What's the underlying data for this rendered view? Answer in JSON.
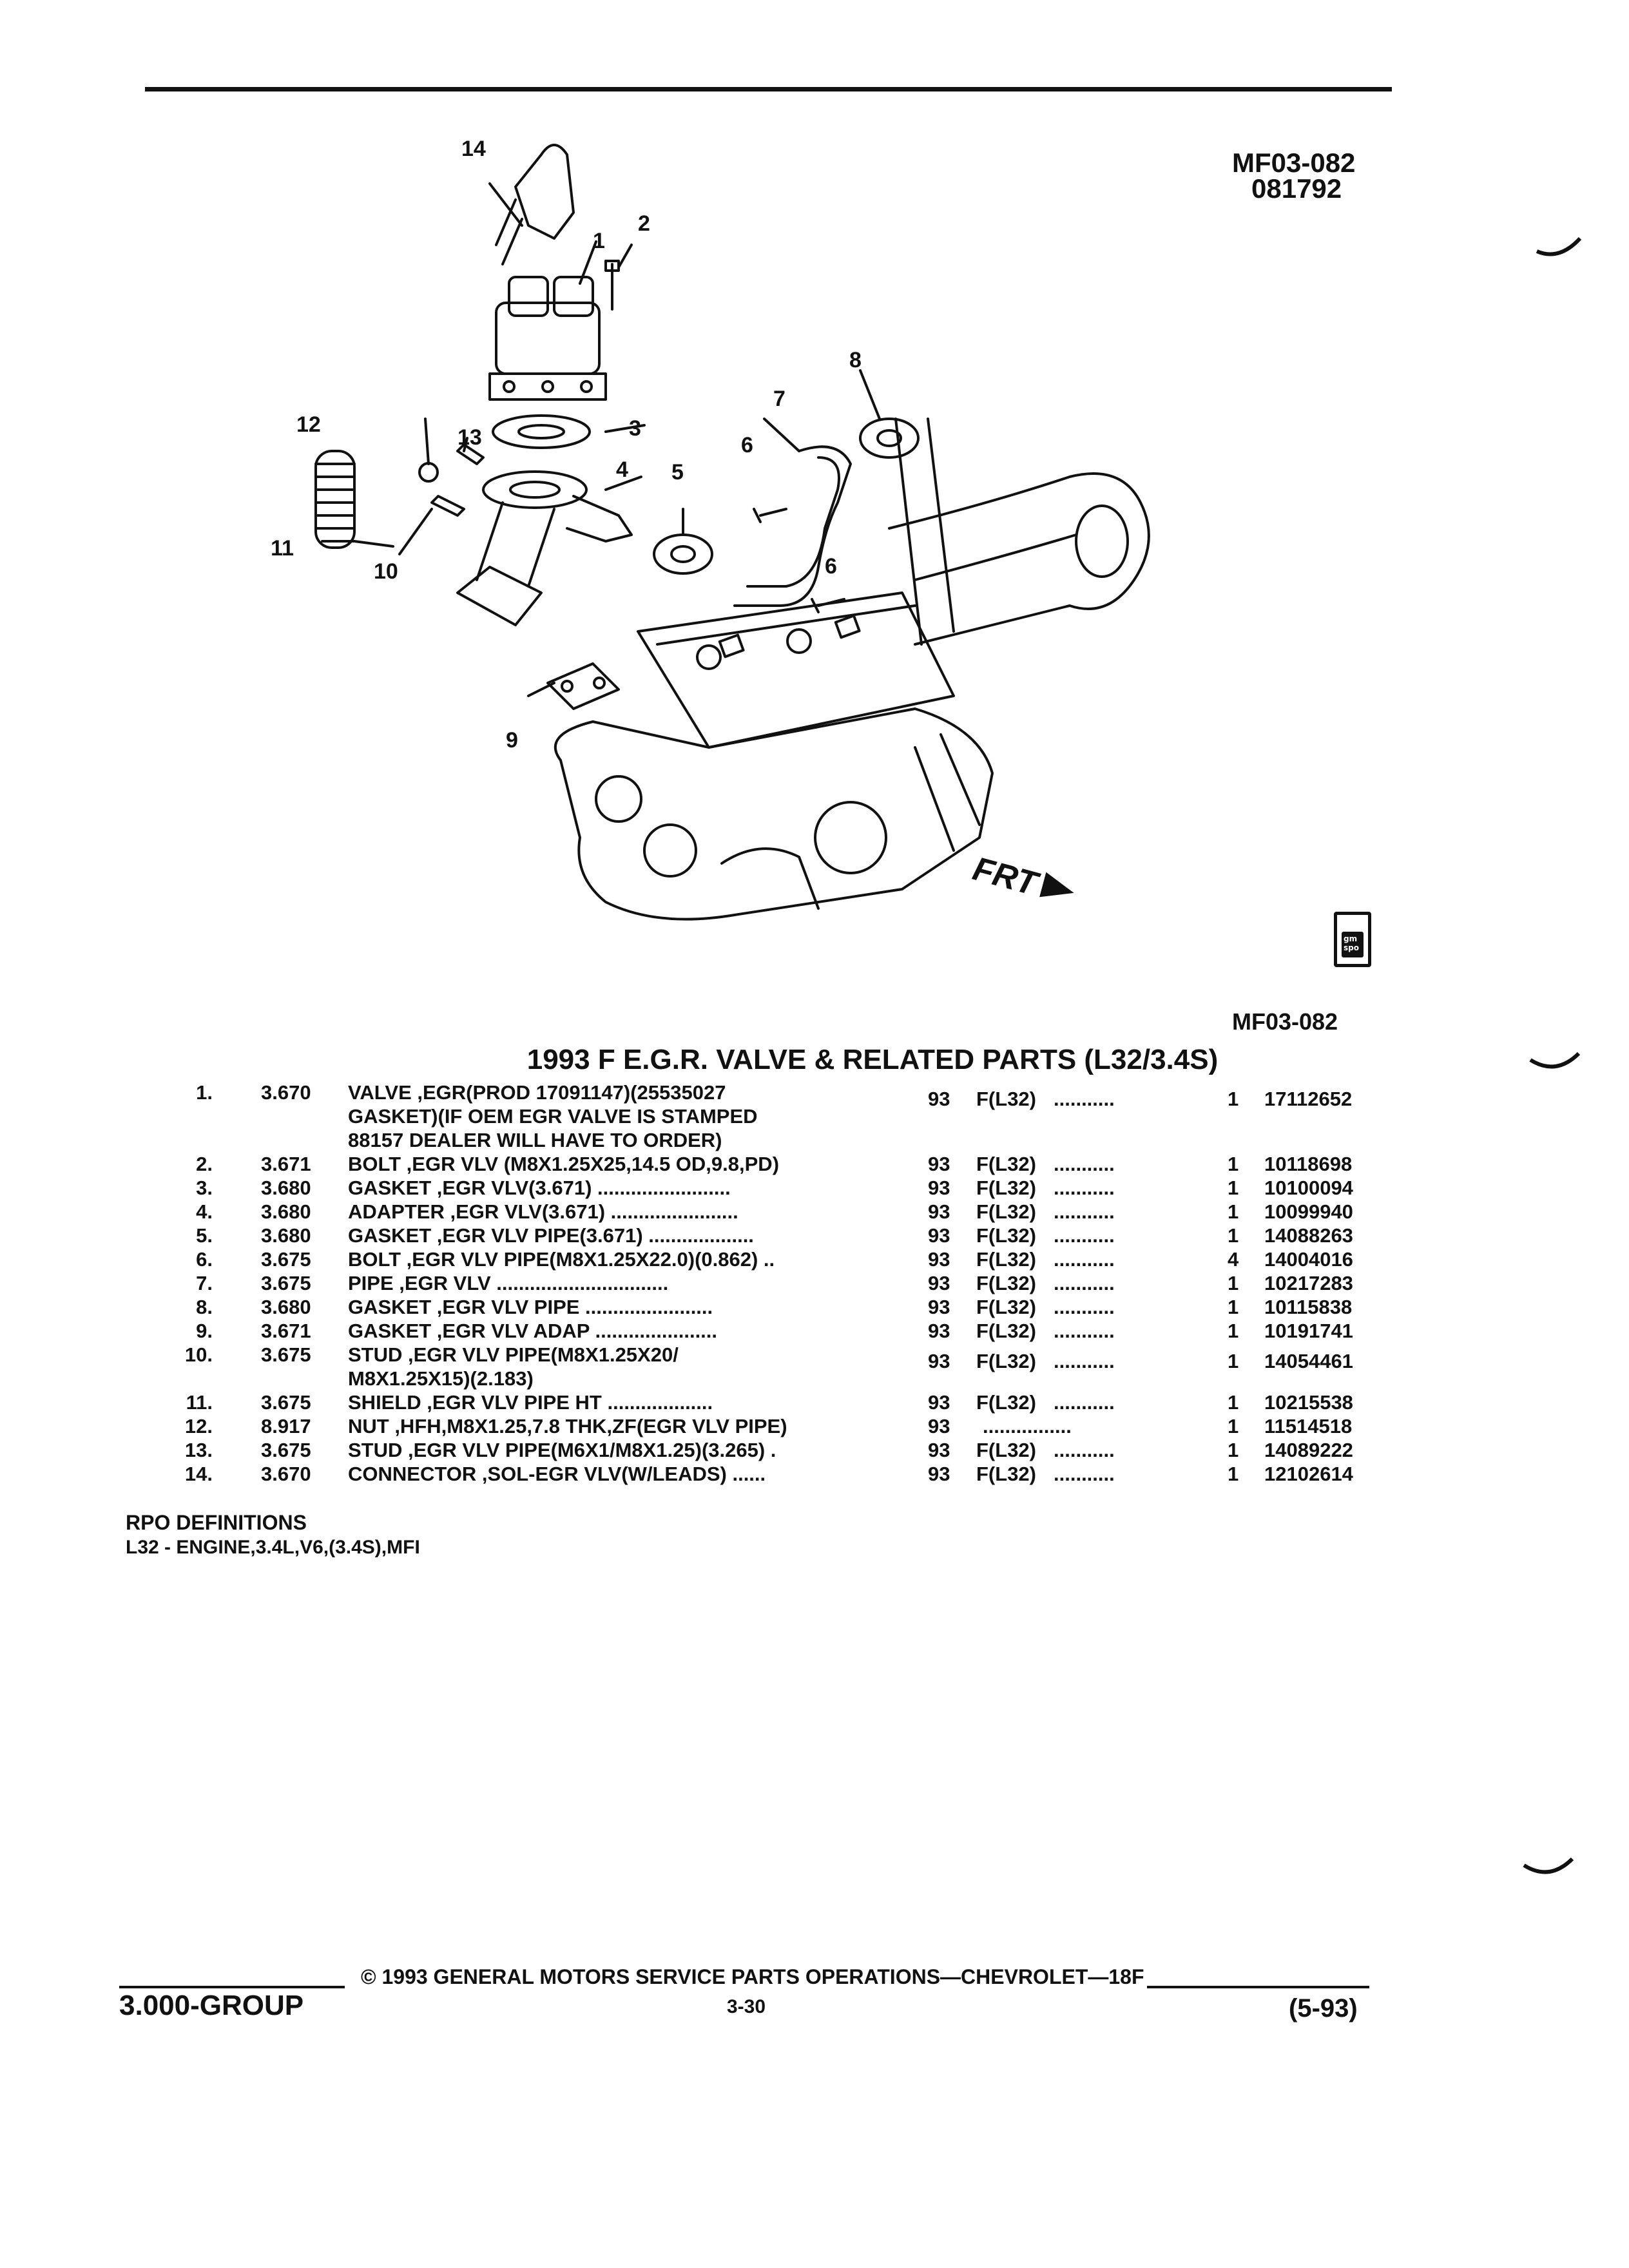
{
  "header": {
    "figure_code": "MF03-082",
    "date_code": "081792"
  },
  "illustration": {
    "caption_code": "MF03-082",
    "front_label": "FRT",
    "callouts": [
      "1",
      "2",
      "3",
      "4",
      "5",
      "6",
      "6",
      "7",
      "8",
      "9",
      "10",
      "11",
      "12",
      "13",
      "14"
    ],
    "logo_text": "gm spo"
  },
  "section_title": "1993 F E.G.R. VALVE & RELATED PARTS (L32/3.4S)",
  "parts": [
    {
      "num": "1.",
      "group": "3.670",
      "desc": [
        "VALVE ,EGR(PROD 17091147)(25535027",
        "GASKET)(IF OEM EGR VALVE IS STAMPED",
        "88157 DEALER WILL HAVE TO ORDER)"
      ],
      "year": "93",
      "app": "F(L32)",
      "dots": "...........",
      "qty": "1",
      "part_no": "17112652"
    },
    {
      "num": "2.",
      "group": "3.671",
      "desc": [
        "BOLT ,EGR VLV (M8X1.25X25,14.5 OD,9.8,PD)"
      ],
      "year": "93",
      "app": "F(L32)",
      "dots": "...........",
      "qty": "1",
      "part_no": "10118698"
    },
    {
      "num": "3.",
      "group": "3.680",
      "desc": [
        "GASKET ,EGR VLV(3.671) ........................"
      ],
      "year": "93",
      "app": "F(L32)",
      "dots": "...........",
      "qty": "1",
      "part_no": "10100094"
    },
    {
      "num": "4.",
      "group": "3.680",
      "desc": [
        "ADAPTER ,EGR VLV(3.671) ......................."
      ],
      "year": "93",
      "app": "F(L32)",
      "dots": "...........",
      "qty": "1",
      "part_no": "10099940"
    },
    {
      "num": "5.",
      "group": "3.680",
      "desc": [
        "GASKET ,EGR VLV PIPE(3.671) ..................."
      ],
      "year": "93",
      "app": "F(L32)",
      "dots": "...........",
      "qty": "1",
      "part_no": "14088263"
    },
    {
      "num": "6.",
      "group": "3.675",
      "desc": [
        "BOLT ,EGR VLV PIPE(M8X1.25X22.0)(0.862) .."
      ],
      "year": "93",
      "app": "F(L32)",
      "dots": "...........",
      "qty": "4",
      "part_no": "14004016"
    },
    {
      "num": "7.",
      "group": "3.675",
      "desc": [
        "PIPE ,EGR VLV ..............................."
      ],
      "year": "93",
      "app": "F(L32)",
      "dots": "...........",
      "qty": "1",
      "part_no": "10217283"
    },
    {
      "num": "8.",
      "group": "3.680",
      "desc": [
        "GASKET ,EGR VLV PIPE ......................."
      ],
      "year": "93",
      "app": "F(L32)",
      "dots": "...........",
      "qty": "1",
      "part_no": "10115838"
    },
    {
      "num": "9.",
      "group": "3.671",
      "desc": [
        "GASKET ,EGR VLV ADAP ......................"
      ],
      "year": "93",
      "app": "F(L32)",
      "dots": "...........",
      "qty": "1",
      "part_no": "10191741"
    },
    {
      "num": "10.",
      "group": "3.675",
      "desc": [
        "STUD ,EGR VLV PIPE(M8X1.25X20/",
        "M8X1.25X15)(2.183)"
      ],
      "year": "93",
      "app": "F(L32)",
      "dots": "...........",
      "qty": "1",
      "part_no": "14054461"
    },
    {
      "num": "11.",
      "group": "3.675",
      "desc": [
        "SHIELD ,EGR VLV PIPE HT ..................."
      ],
      "year": "93",
      "app": "F(L32)",
      "dots": "...........",
      "qty": "1",
      "part_no": "10215538"
    },
    {
      "num": "12.",
      "group": "8.917",
      "desc": [
        "NUT ,HFH,M8X1.25,7.8 THK,ZF(EGR VLV PIPE)"
      ],
      "year": "93",
      "app": "",
      "dots": "................",
      "qty": "1",
      "part_no": "11514518"
    },
    {
      "num": "13.",
      "group": "3.675",
      "desc": [
        "STUD ,EGR VLV PIPE(M6X1/M8X1.25)(3.265) ."
      ],
      "year": "93",
      "app": "F(L32)",
      "dots": "...........",
      "qty": "1",
      "part_no": "14089222"
    },
    {
      "num": "14.",
      "group": "3.670",
      "desc": [
        "CONNECTOR ,SOL-EGR VLV(W/LEADS) ......"
      ],
      "year": "93",
      "app": "F(L32)",
      "dots": "...........",
      "qty": "1",
      "part_no": "12102614"
    }
  ],
  "rpo": {
    "heading": "RPO DEFINITIONS",
    "line": "L32 - ENGINE,3.4L,V6,(3.4S),MFI"
  },
  "footer": {
    "group": "3.000-GROUP",
    "copyright": "© 1993 GENERAL MOTORS SERVICE PARTS OPERATIONS—CHEVROLET—18F",
    "page": "3-30",
    "edition": "(5-93)"
  }
}
